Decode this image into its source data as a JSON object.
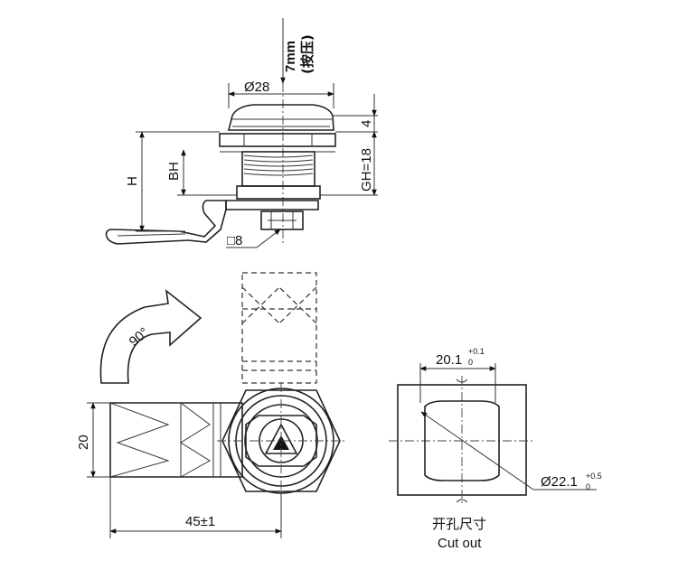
{
  "dimensions": {
    "press_travel": "7mm",
    "press_note": "(按压)",
    "head_diameter": "Ø28",
    "head_height": "4",
    "grip_height": "GH=18",
    "height_h": "H",
    "height_bh": "BH",
    "square": "□8",
    "width_20": "20",
    "length": "45±1",
    "cutout_width": "20.1",
    "cutout_width_tol_upper": "+0.1",
    "cutout_width_tol_lower": "0",
    "cutout_diameter": "Ø22.1",
    "cutout_diameter_tol_upper": "+0.5",
    "cutout_diameter_tol_lower": "0"
  },
  "rotation_label": "90°",
  "cutout_title_cn": "开孔尺寸",
  "cutout_title_en": "Cut out"
}
